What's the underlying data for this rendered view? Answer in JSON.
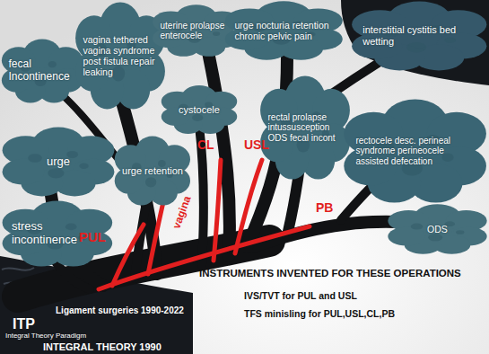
{
  "diagram": {
    "nodes": [
      {
        "text": [
          "fecal Incontinence"
        ]
      },
      {
        "text": [
          "vagina tethered vagina syndrome post fistula repair leaking"
        ]
      },
      {
        "text": [
          "uterine prolapse enterocele"
        ]
      },
      {
        "text": [
          "urge nocturia retention chronic pelvic pain"
        ]
      },
      {
        "text": [
          "interstitial cystitis bed wetting"
        ]
      },
      {
        "text": [
          "cystocele"
        ]
      },
      {
        "text": [
          "urge"
        ]
      },
      {
        "text": [
          "urge retention"
        ]
      },
      {
        "text": [
          "rectal prolapse intussusception ODS fecal incont"
        ]
      },
      {
        "text": [
          "rectocele desc. perineal syndrome perineocele assisted defecation"
        ]
      },
      {
        "text": [
          "stress incontinence"
        ]
      },
      {
        "text": [
          "ODS"
        ]
      }
    ],
    "labels": [
      "PUL",
      "vagina",
      "CL",
      "USL",
      "PB",
      "Ligament surgeries 1990-2022",
      "ITP",
      "Integral Theory Paradigm",
      "INTEGRAL THEORY 1990",
      "INSTRUMENTS INVENTED FOR THESE OPERATIONS",
      "IVS/TVT for PUL and USL",
      "TFS minisling for PUL,USL,CL,PB"
    ]
  }
}
